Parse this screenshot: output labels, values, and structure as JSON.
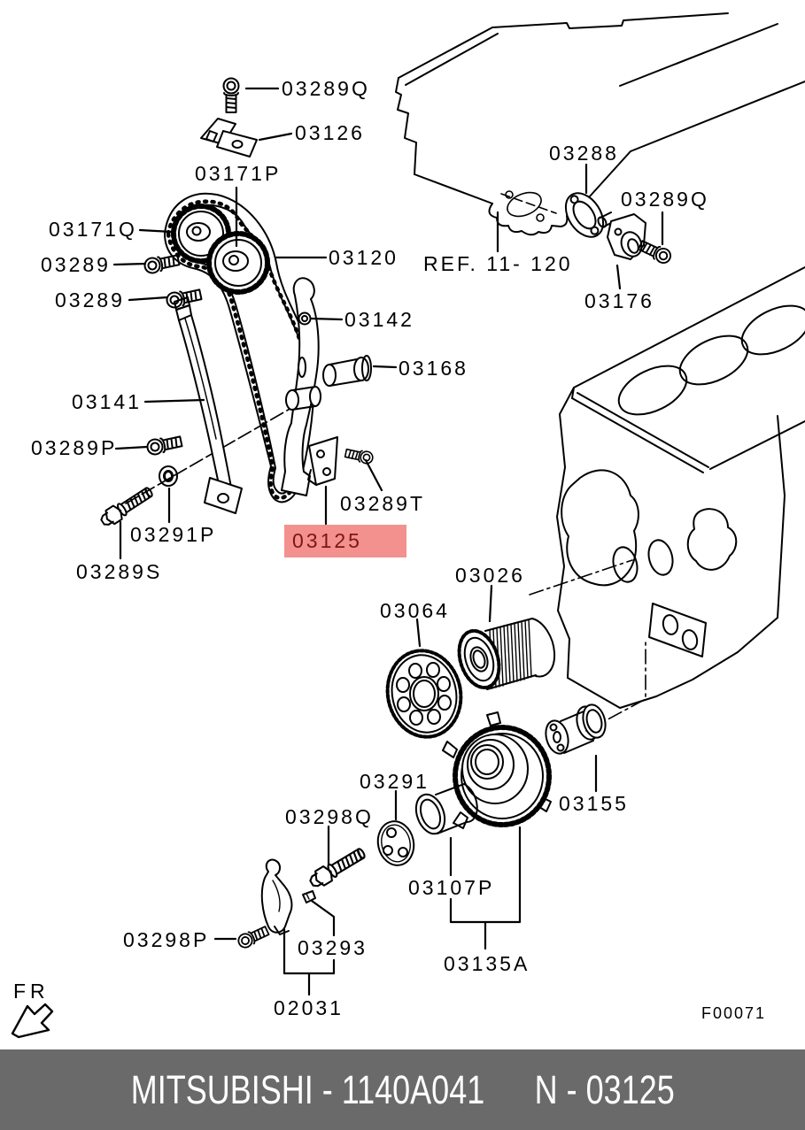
{
  "page": {
    "background": "#ffffff",
    "line_color": "#000000"
  },
  "diagram": {
    "code": "F00071",
    "direction_label": "FR",
    "highlight": {
      "background": "#f2918e",
      "text_color": "#801512",
      "part": "03125"
    },
    "parts": [
      {
        "text": "03289Q",
        "highlighted": false
      },
      {
        "text": "03126",
        "highlighted": false
      },
      {
        "text": "03171P",
        "highlighted": false
      },
      {
        "text": "03171Q",
        "highlighted": false
      },
      {
        "text": "03289",
        "highlighted": false
      },
      {
        "text": "03289",
        "highlighted": false
      },
      {
        "text": "03120",
        "highlighted": false
      },
      {
        "text": "REF. 11- 120",
        "highlighted": false
      },
      {
        "text": "03288",
        "highlighted": false
      },
      {
        "text": "03289Q",
        "highlighted": false
      },
      {
        "text": "03176",
        "highlighted": false
      },
      {
        "text": "03142",
        "highlighted": false
      },
      {
        "text": "03168",
        "highlighted": false
      },
      {
        "text": "03141",
        "highlighted": false
      },
      {
        "text": "03289P",
        "highlighted": false
      },
      {
        "text": "03289T",
        "highlighted": false
      },
      {
        "text": "03125",
        "highlighted": true
      },
      {
        "text": "03291P",
        "highlighted": false
      },
      {
        "text": "03289S",
        "highlighted": false
      },
      {
        "text": "03026",
        "highlighted": false
      },
      {
        "text": "03064",
        "highlighted": false
      },
      {
        "text": "03291",
        "highlighted": false
      },
      {
        "text": "03298Q",
        "highlighted": false
      },
      {
        "text": "03155",
        "highlighted": false
      },
      {
        "text": "03107P",
        "highlighted": false
      },
      {
        "text": "03135A",
        "highlighted": false
      },
      {
        "text": "03298P",
        "highlighted": false
      },
      {
        "text": "03293",
        "highlighted": false
      },
      {
        "text": "02031",
        "highlighted": false
      }
    ]
  },
  "footer": {
    "background": "#6a6a6a",
    "text_color": "#ffffff",
    "left_text": "MITSUBISHI - 1140A041",
    "right_text": "N - 03125"
  }
}
